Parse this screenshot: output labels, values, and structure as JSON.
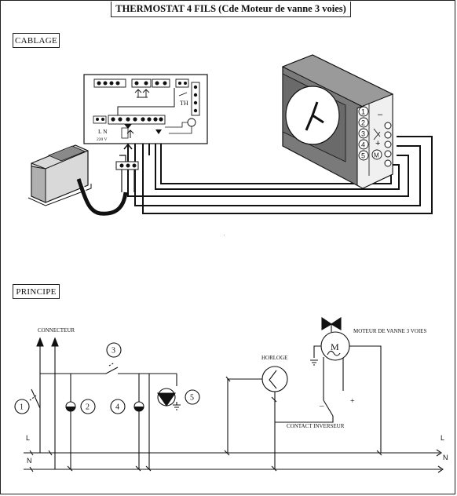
{
  "title": "THERMOSTAT 4 FILS  (Cde  Moteur de vanne 3 voies)",
  "sections": {
    "cablage": "CABLAGE",
    "principe": "PRINCIPE"
  },
  "cablage": {
    "thermostat_label": "TH",
    "ln_label": "L  N",
    "voltage": "220 V",
    "clock_terminals": [
      "1",
      "2",
      "3",
      "4",
      "5"
    ],
    "motor_symbol": "M",
    "plus": "+",
    "minus": "–"
  },
  "principe": {
    "connecteur": "CONNECTEUR",
    "horloge": "HORLOGE",
    "moteur": "MOTEUR DE VANNE 3 VOIES",
    "contact": "CONTACT INVERSEUR",
    "motor_symbol": "M",
    "minus": "–",
    "plus": "+",
    "line_L": "L",
    "line_N": "N",
    "numbers": [
      "1",
      "2",
      "3",
      "4",
      "5"
    ]
  }
}
